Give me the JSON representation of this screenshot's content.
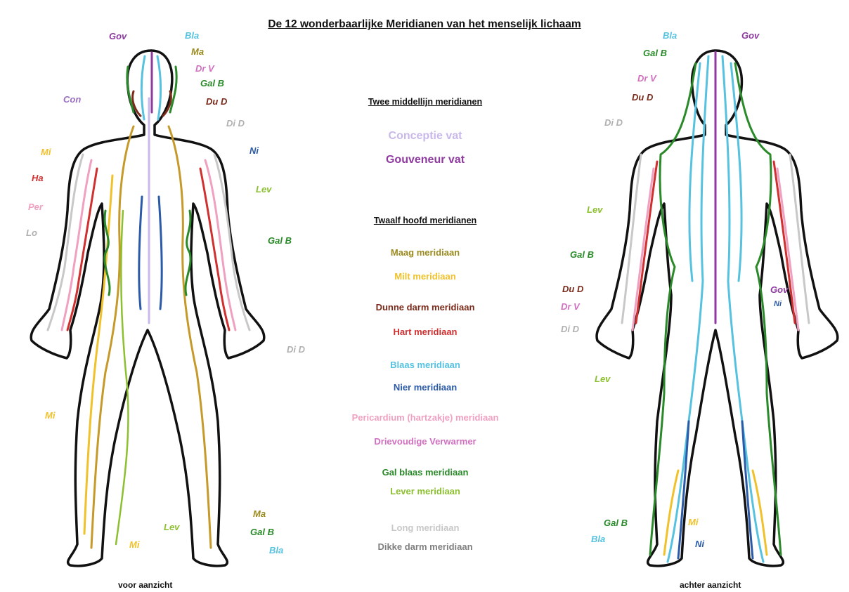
{
  "title": "De 12 wonderbaarlijke Meridianen van het menselijk lichaam",
  "legend": {
    "heading_mid": "Twee middellijn meridianen",
    "conception": "Conceptie vat",
    "governor": "Gouveneur vat",
    "heading_main": "Twaalf hoofd meridianen",
    "stomach": "Maag meridiaan",
    "spleen": "Milt meridiaan",
    "small_intestine": "Dunne darm meridiaan",
    "heart": "Hart meridiaan",
    "bladder": "Blaas meridiaan",
    "kidney": "Nier meridiaan",
    "pericardium": "Pericardium (hartzakje) meridiaan",
    "triple_warmer": "Drievoudige Verwarmer",
    "gallbladder": "Gal blaas meridiaan",
    "liver": "Lever meridiaan",
    "lung": "Long meridiaan",
    "large_intestine": "Dikke darm meridiaan"
  },
  "front_labels": {
    "gov": "Gov",
    "bla": "Bla",
    "ma": "Ma",
    "drv": "Dr V",
    "galb": "Gal B",
    "dud": "Du D",
    "con": "Con",
    "did": "Di D",
    "mi": "Mi",
    "ni": "Ni",
    "ha": "Ha",
    "lev": "Lev",
    "per": "Per",
    "lo": "Lo",
    "galb2": "Gal B",
    "did2": "Di D",
    "mi2": "Mi",
    "lev2": "Lev",
    "mi3": "Mi",
    "ma2": "Ma",
    "galb3": "Gal B",
    "bla2": "Bla"
  },
  "back_labels": {
    "bla": "Bla",
    "gov": "Gov",
    "galb": "Gal B",
    "drv": "Dr V",
    "dud": "Du D",
    "did": "Di D",
    "lev": "Lev",
    "galb2": "Gal B",
    "dud2": "Du D",
    "gov2": "Gov",
    "drv2": "Dr V",
    "ni": "Ni",
    "did2": "Di D",
    "lev2": "Lev",
    "galb3": "Gal B",
    "mi": "Mi",
    "bla2": "Bla",
    "ni2": "Ni"
  },
  "captions": {
    "front": "voor aanzicht",
    "back": "achter aanzicht"
  },
  "colors": {
    "conception": "#c9b8ea",
    "governor": "#8e3a9f",
    "stomach": "#9a8a1c",
    "spleen": "#f0c12a",
    "small_intestine": "#7a2a1a",
    "heart": "#d03030",
    "bladder": "#56c2e0",
    "kidney": "#2a5aa8",
    "pericardium": "#f0a0c0",
    "triple_warmer": "#d070c0",
    "gallbladder": "#2a8a2a",
    "liver": "#8cc030",
    "lung": "#c8c8c8",
    "large_intestine": "#808080"
  }
}
